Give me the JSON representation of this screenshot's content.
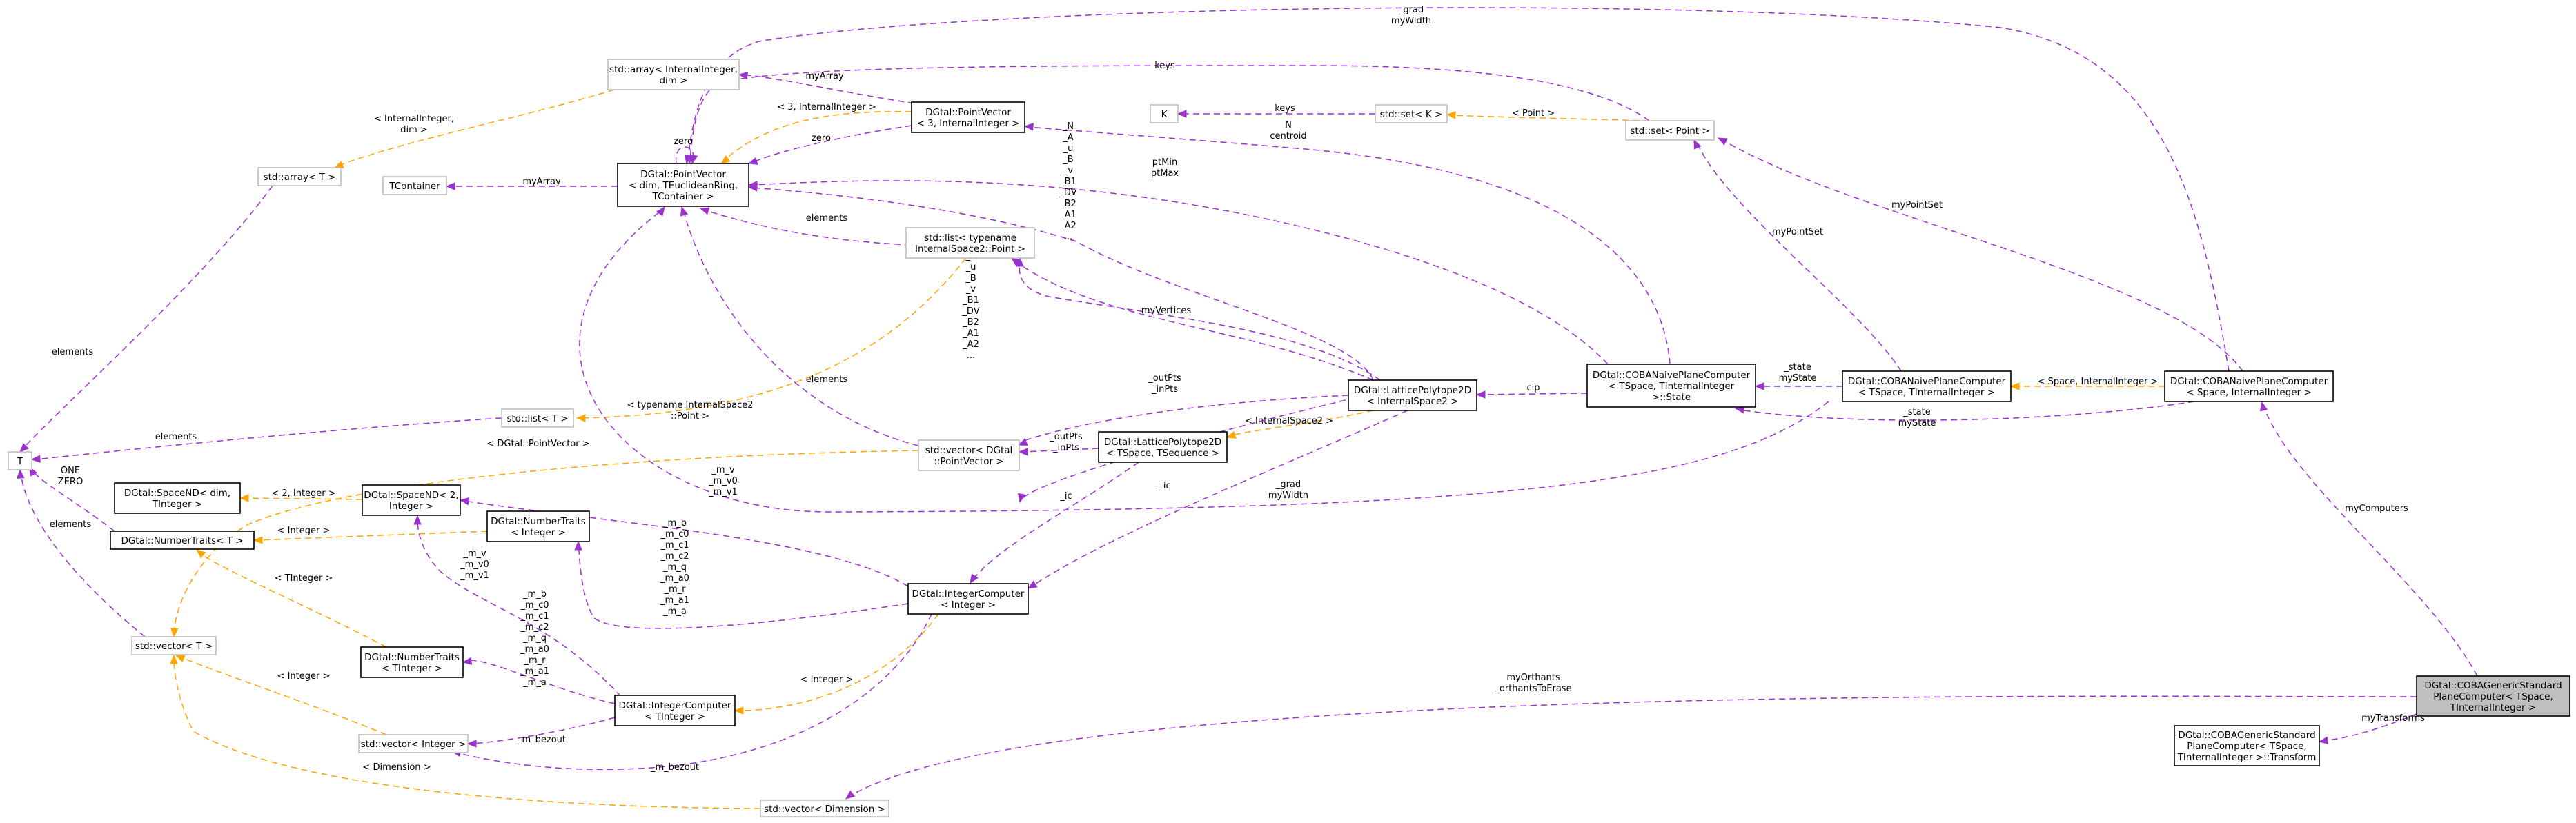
{
  "nodes": {
    "n_focus": [
      "DGtal::COBAGenericStandard",
      "PlaneComputer< TSpace,",
      "TInternalInteger >"
    ],
    "n_transform": [
      "DGtal::COBAGenericStandard",
      "PlaneComputer< TSpace,",
      "TInternalInteger >::Transform"
    ],
    "n_vecdim": [
      "std::vector< Dimension >"
    ],
    "n_coba_naive": [
      "DGtal::COBANaivePlaneComputer",
      "< Space, InternalInteger >"
    ],
    "n_coba_tspace": [
      "DGtal::COBANaivePlaneComputer",
      "< TSpace, TInternalInteger >"
    ],
    "n_state": [
      "DGtal::COBANaivePlaneComputer",
      "< TSpace, TInternalInteger",
      ">::State"
    ],
    "n_set_point": [
      "std::set< Point >"
    ],
    "n_set_k": [
      "std::set< K >"
    ],
    "n_k": [
      "K"
    ],
    "n_latpoly_is2": [
      "DGtal::LatticePolytope2D",
      "< InternalSpace2 >"
    ],
    "n_latpoly_ts": [
      "DGtal::LatticePolytope2D",
      "< TSpace, TSequence >"
    ],
    "n_intcomp_int": [
      "DGtal::IntegerComputer",
      "< Integer >"
    ],
    "n_intcomp_tint": [
      "DGtal::IntegerComputer",
      "< TInteger >"
    ],
    "n_pointvector": [
      "DGtal::PointVector",
      "< dim, TEuclideanRing,",
      "TContainer >"
    ],
    "n_pv3": [
      "DGtal::PointVector",
      "< 3, InternalInteger >"
    ],
    "n_array_internal": [
      "std::array< InternalInteger,",
      "dim >"
    ],
    "n_array_t": [
      "std::array< T >"
    ],
    "n_tcontainer": [
      "TContainer"
    ],
    "n_list_typename": [
      "std::list< typename",
      "InternalSpace2::Point >"
    ],
    "n_list_t": [
      "std::list< T >"
    ],
    "n_vec_dgtal_pv": [
      "std::vector< DGtal",
      "::PointVector >"
    ],
    "n_t": [
      "T"
    ],
    "n_spacend_dim": [
      "DGtal::SpaceND< dim,",
      "TInteger >"
    ],
    "n_spacend_2": [
      "DGtal::SpaceND< 2,",
      "Integer >"
    ],
    "n_numtraits_t": [
      "DGtal::NumberTraits< T >"
    ],
    "n_numtraits_int": [
      "DGtal::NumberTraits",
      "< Integer >"
    ],
    "n_numtraits_tint": [
      "DGtal::NumberTraits",
      "< TInteger >"
    ],
    "n_vector_t": [
      "std::vector< T >"
    ],
    "n_vector_int": [
      "std::vector< Integer >"
    ]
  },
  "edge_labels": {
    "e_grad_width": [
      "_grad",
      "myWidth"
    ],
    "e_keys_top": [
      "keys"
    ],
    "e_myarray": [
      "myArray"
    ],
    "e_array_internal": [
      "< InternalInteger,",
      "dim >"
    ],
    "e_3internal": [
      "< 3, InternalInteger >"
    ],
    "e_zero_self": [
      "zero"
    ],
    "e_zero_pv3": [
      "zero"
    ],
    "e_keys_k": [
      "keys"
    ],
    "e_point_set": [
      "< Point >"
    ],
    "e_n_centroid": [
      "N",
      "centroid"
    ],
    "e_ptmin": [
      "ptMin",
      "ptMax"
    ],
    "e_state_fields": [
      "_N",
      "_A",
      "_u",
      "_B",
      "_v",
      "_B1",
      "_DV",
      "_B2",
      "_A1",
      "_A2",
      "..."
    ],
    "e_mypointset_naive": [
      "myPointSet"
    ],
    "e_mypointset_tspace": [
      "myPointSet"
    ],
    "e_elements_array": [
      "elements"
    ],
    "e_elements_list_pv": [
      "elements"
    ],
    "e_tcontainer_myarray": [
      "myArray"
    ],
    "e_list_fields": [
      "_N",
      "_A",
      "_u",
      "_B",
      "_v",
      "_B1",
      "_DV",
      "_B2",
      "_A1",
      "_A2",
      "..."
    ],
    "e_myvertices": [
      "myVertices"
    ],
    "e_elements_vec": [
      "elements"
    ],
    "e_cip": [
      "cip"
    ],
    "e_state_mystate": [
      "_state",
      "myState"
    ],
    "e_state_naive": [
      "_state",
      "myState"
    ],
    "e_space_internal": [
      "< Space, InternalInteger >"
    ],
    "e_outpts_1": [
      "_outPts",
      "_inPts"
    ],
    "e_outpts_2": [
      "_outPts",
      "_inPts"
    ],
    "e_internalspace2": [
      "< InternalSpace2 >"
    ],
    "e_typename_is2": [
      "< typename InternalSpace2",
      "::Point >"
    ],
    "e_elements_list_t": [
      "elements"
    ],
    "e_dgtal_pv": [
      "< DGtal::PointVector >"
    ],
    "e_one_zero": [
      "ONE",
      "ZERO"
    ],
    "e_elements_vec_t": [
      "elements"
    ],
    "e_2_integer": [
      "< 2, Integer >"
    ],
    "e_integer_nt": [
      "< Integer >"
    ],
    "e_tinteger_nt": [
      "< TInteger >"
    ],
    "e_m_v": [
      "_m_v",
      "_m_v0",
      "_m_v1"
    ],
    "e_m_v_2": [
      "_m_v",
      "_m_v0",
      "_m_v1"
    ],
    "e_ic_1": [
      "_ic"
    ],
    "e_ic_2": [
      "_ic"
    ],
    "e_grad_mywidth2": [
      "_grad",
      "myWidth"
    ],
    "e_m_b_int": [
      "_m_b",
      "_m_c0",
      "_m_c1",
      "_m_c2",
      "_m_q",
      "_m_a0",
      "_m_r",
      "_m_a1",
      "_m_a"
    ],
    "e_m_b_tint": [
      "_m_b",
      "_m_c0",
      "_m_c1",
      "_m_c2",
      "_m_q",
      "_m_a0",
      "_m_r",
      "_m_a1",
      "_m_a"
    ],
    "e_integer_ic": [
      "< Integer >"
    ],
    "e_tinteger_vec": [
      "< Integer >"
    ],
    "e_m_bezout_1": [
      "_m_bezout"
    ],
    "e_m_bezout_2": [
      "_m_bezout"
    ],
    "e_dimension": [
      "< Dimension >"
    ],
    "e_myorthants": [
      "myOrthants",
      "_orthantsToErase"
    ],
    "e_mytransforms": [
      "myTransforms"
    ],
    "e_mycomputers": [
      "myComputers"
    ]
  }
}
